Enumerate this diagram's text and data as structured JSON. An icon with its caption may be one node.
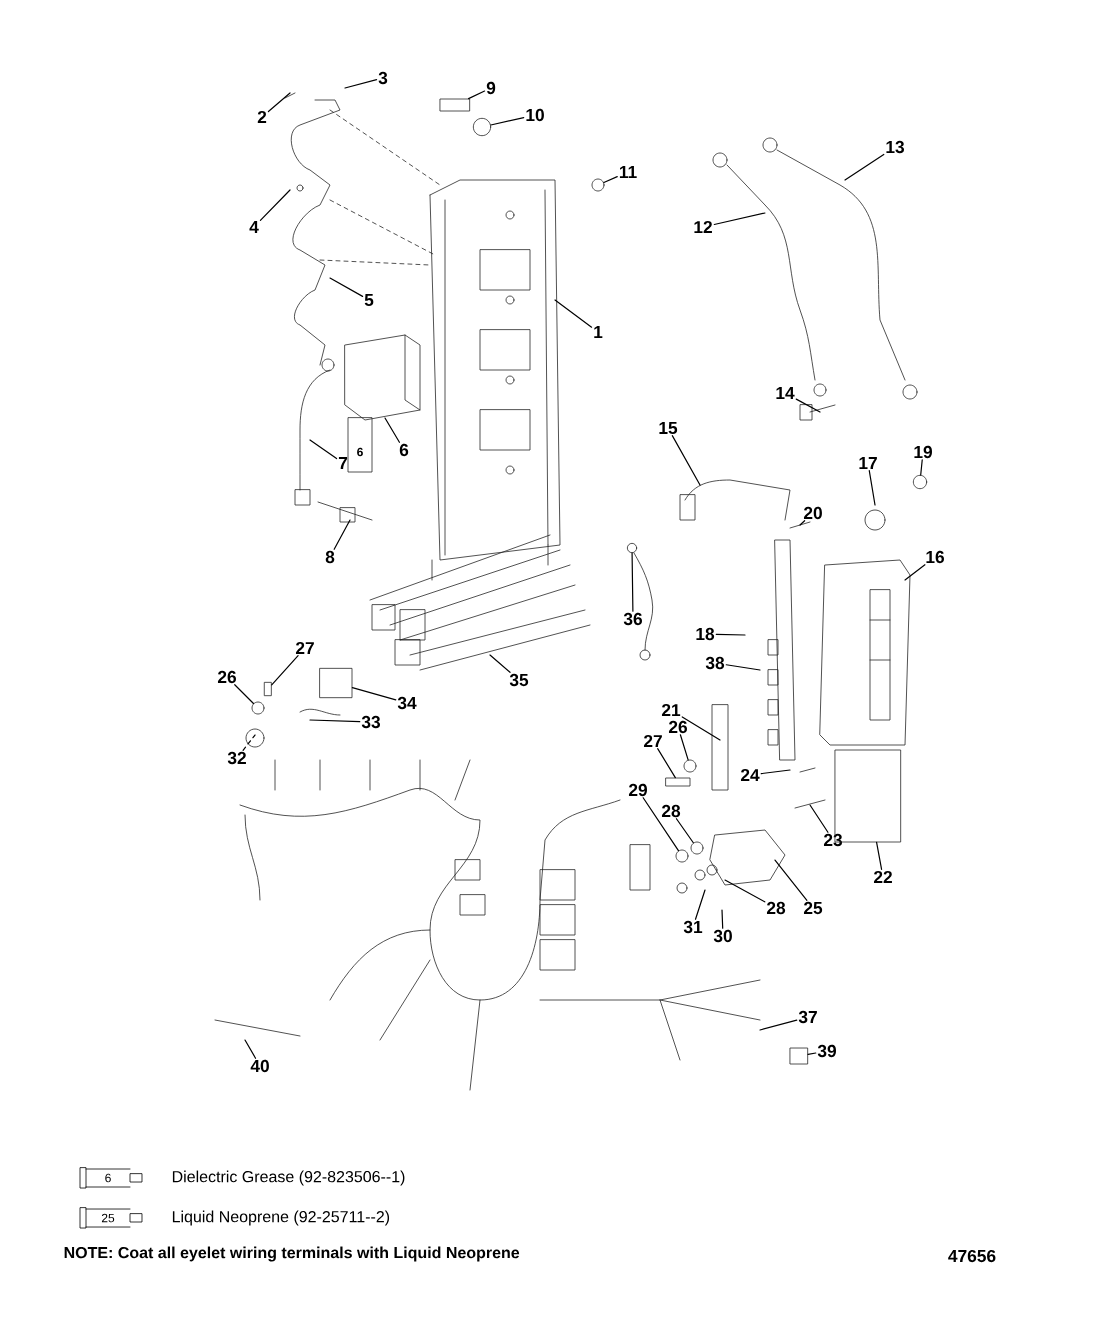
{
  "diagram": {
    "nodes": [
      {
        "text": [
          "3"
        ]
      },
      {
        "text": [
          "2"
        ]
      },
      {
        "text": [
          "9"
        ]
      },
      {
        "text": [
          "10"
        ]
      },
      {
        "text": [
          "4"
        ]
      },
      {
        "text": [
          "11"
        ]
      },
      {
        "text": [
          "13"
        ]
      },
      {
        "text": [
          "12"
        ]
      },
      {
        "text": [
          "5"
        ]
      },
      {
        "text": [
          "1"
        ]
      },
      {
        "text": [
          "7"
        ]
      },
      {
        "text": [
          "6"
        ]
      },
      {
        "text": [
          "8"
        ]
      },
      {
        "text": [
          "14"
        ]
      },
      {
        "text": [
          "15"
        ]
      },
      {
        "text": [
          "17"
        ]
      },
      {
        "text": [
          "19"
        ]
      },
      {
        "text": [
          "20"
        ]
      },
      {
        "text": [
          "16"
        ]
      },
      {
        "text": [
          "36"
        ]
      },
      {
        "text": [
          "35"
        ]
      },
      {
        "text": [
          "18"
        ]
      },
      {
        "text": [
          "38"
        ]
      },
      {
        "text": [
          "27"
        ]
      },
      {
        "text": [
          "26"
        ]
      },
      {
        "text": [
          "34"
        ]
      },
      {
        "text": [
          "33"
        ]
      },
      {
        "text": [
          "32"
        ]
      },
      {
        "text": [
          "21"
        ]
      },
      {
        "text": [
          "26"
        ]
      },
      {
        "text": [
          "27"
        ]
      },
      {
        "text": [
          "24"
        ]
      },
      {
        "text": [
          "29"
        ]
      },
      {
        "text": [
          "28"
        ]
      },
      {
        "text": [
          "23"
        ]
      },
      {
        "text": [
          "22"
        ]
      },
      {
        "text": [
          "28"
        ]
      },
      {
        "text": [
          "25"
        ]
      },
      {
        "text": [
          "31"
        ]
      },
      {
        "text": [
          "30"
        ]
      },
      {
        "text": [
          "37"
        ]
      },
      {
        "text": [
          "39"
        ]
      },
      {
        "text": [
          "40"
        ]
      },
      {
        "text": [],
        "shape": "bolt"
      },
      {
        "text": [],
        "shape": "circle"
      },
      {
        "text": [],
        "shape": "circle"
      },
      {
        "text": [],
        "shape": "circle"
      },
      {
        "text": [],
        "shape": "circle"
      },
      {
        "text": [],
        "shape": "circle"
      },
      {
        "text": [],
        "shape": "box"
      },
      {
        "text": [],
        "shape": "circle"
      },
      {
        "text": [],
        "shape": "bolt"
      },
      {
        "text": [],
        "shape": "circle"
      },
      {
        "text": [],
        "shape": "circle"
      },
      {
        "text": [],
        "shape": "box"
      },
      {
        "text": [],
        "shape": "box"
      },
      {
        "text": [],
        "shape": "bolt"
      }
    ],
    "edges": [
      {
        "from": 0,
        "to": null,
        "arrow": "none"
      },
      {
        "from": 1,
        "to": null,
        "arrow": "none"
      },
      {
        "from": 2,
        "to": 43,
        "arrow": "none"
      },
      {
        "from": 3,
        "to": 44,
        "arrow": "none"
      },
      {
        "from": 4,
        "to": null,
        "arrow": "none"
      },
      {
        "from": 5,
        "to": 45,
        "arrow": "none"
      },
      {
        "from": 6,
        "to": null,
        "arrow": "none"
      },
      {
        "from": 7,
        "to": null,
        "arrow": "none"
      },
      {
        "from": 8,
        "to": null,
        "arrow": "none"
      },
      {
        "from": 9,
        "to": null,
        "arrow": "none"
      },
      {
        "from": 10,
        "to": null,
        "arrow": "none"
      },
      {
        "from": 11,
        "to": null,
        "arrow": "none"
      },
      {
        "from": 12,
        "to": null,
        "arrow": "none"
      },
      {
        "from": 13,
        "to": null,
        "arrow": "none"
      },
      {
        "from": 14,
        "to": null,
        "arrow": "none"
      },
      {
        "from": 15,
        "to": null,
        "arrow": "none"
      },
      {
        "from": 16,
        "to": 46,
        "arrow": "none"
      },
      {
        "from": 17,
        "to": null,
        "arrow": "none"
      },
      {
        "from": 18,
        "to": null,
        "arrow": "none"
      },
      {
        "from": 19,
        "to": 47,
        "arrow": "none"
      },
      {
        "from": 20,
        "to": null,
        "arrow": "none"
      },
      {
        "from": 21,
        "to": null,
        "arrow": "none"
      },
      {
        "from": 22,
        "to": null,
        "arrow": "none"
      },
      {
        "from": 23,
        "to": 56,
        "arrow": "none"
      },
      {
        "from": 24,
        "to": 48,
        "arrow": "none"
      },
      {
        "from": 25,
        "to": 49,
        "arrow": "none"
      },
      {
        "from": 26,
        "to": null,
        "arrow": "none"
      },
      {
        "from": 27,
        "to": null,
        "arrow": "none",
        "style": "dashed"
      },
      {
        "from": 28,
        "to": null,
        "arrow": "none"
      },
      {
        "from": 29,
        "to": 50,
        "arrow": "none"
      },
      {
        "from": 30,
        "to": 51,
        "arrow": "none"
      },
      {
        "from": 31,
        "to": null,
        "arrow": "none"
      },
      {
        "from": 32,
        "to": 52,
        "arrow": "none"
      },
      {
        "from": 33,
        "to": 53,
        "arrow": "none"
      },
      {
        "from": 34,
        "to": null,
        "arrow": "none"
      },
      {
        "from": 35,
        "to": 54,
        "arrow": "none"
      },
      {
        "from": 36,
        "to": null,
        "arrow": "none"
      },
      {
        "from": 37,
        "to": null,
        "arrow": "none"
      },
      {
        "from": 38,
        "to": null,
        "arrow": "none"
      },
      {
        "from": 39,
        "to": null,
        "arrow": "none"
      },
      {
        "from": 40,
        "to": null,
        "arrow": "none"
      },
      {
        "from": 41,
        "to": 55,
        "arrow": "none"
      },
      {
        "from": 42,
        "to": null,
        "arrow": "none"
      }
    ],
    "labels": [
      "6",
      "6",
      "25",
      "NOTE: Coat all eyelet wiring terminals with Liquid Neoprene",
      "47656"
    ],
    "legend": [
      {
        "text": "Dielectric Grease (92-823506--1)"
      },
      {
        "text": "Liquid Neoprene (92-25711--2)"
      }
    ]
  }
}
